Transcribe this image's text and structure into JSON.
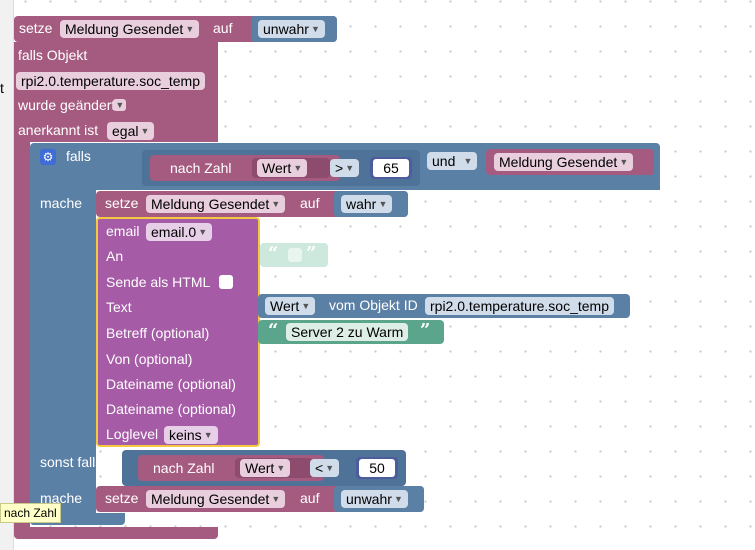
{
  "top_set": {
    "setze": "setze",
    "var": "Meldung Gesendet",
    "auf": "auf",
    "value": "unwahr"
  },
  "trigger": {
    "falls_objekt": "falls Objekt",
    "object_id": "rpi2.0.temperature.soc_temp",
    "wurde_geaendert": "wurde geändert",
    "anerkannt_ist": "anerkannt ist",
    "anerkannt_value": "egal"
  },
  "if_block": {
    "falls": "falls",
    "nach_zahl": "nach Zahl",
    "wert": "Wert",
    "op_gt": ">",
    "num_65": "65",
    "und": "und",
    "var": "Meldung Gesendet",
    "mache": "mache",
    "sonst_falls": "sonst falls",
    "op_lt": "<",
    "num_50": "50",
    "mache2": "mache"
  },
  "set_true": {
    "setze": "setze",
    "var": "Meldung Gesendet",
    "auf": "auf",
    "value": "wahr"
  },
  "set_false": {
    "setze": "setze",
    "var": "Meldung Gesendet",
    "auf": "auf",
    "value": "unwahr"
  },
  "email": {
    "email": "email",
    "instance": "email.0",
    "an": "An",
    "html": "Sende als HTML",
    "text": "Text",
    "betreff": "Betreff (optional)",
    "von": "Von (optional)",
    "datei1": "Dateiname (optional)",
    "datei2": "Dateiname (optional)",
    "loglevel": "Loglevel",
    "loglevel_value": "keins",
    "wert": "Wert",
    "vom_objekt": "vom Objekt ID",
    "object_id": "rpi2.0.temperature.soc_temp",
    "subject": "Server 2 zu Warm"
  },
  "side_t": "t",
  "tooltip": "nach Zahl"
}
